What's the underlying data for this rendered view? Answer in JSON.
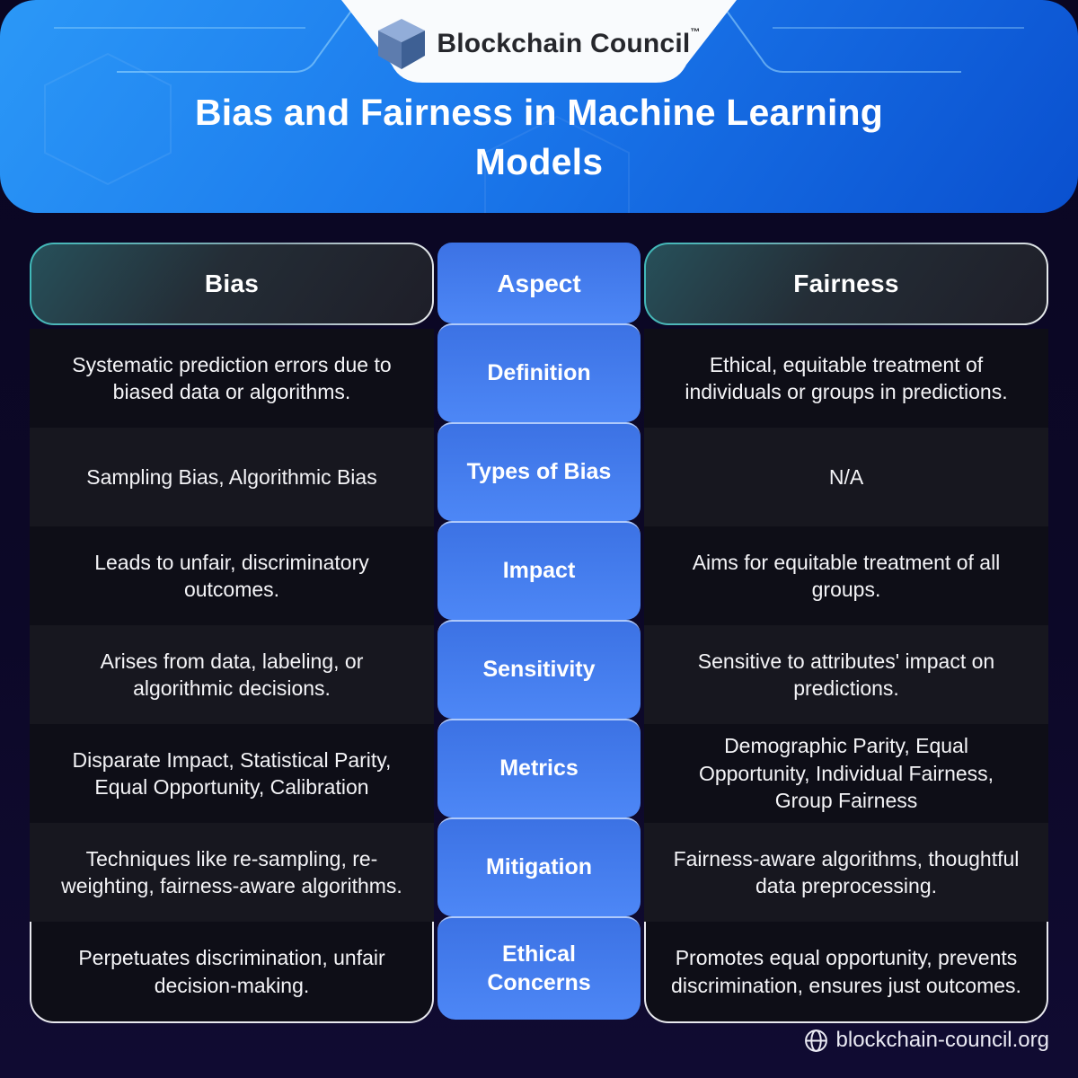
{
  "logo": {
    "name": "Blockchain Council",
    "tm": "™"
  },
  "header": {
    "title": "Bias and Fairness in Machine Learning Models"
  },
  "table": {
    "left_header": "Bias",
    "mid_header": "Aspect",
    "right_header": "Fairness",
    "rows": [
      {
        "aspect": "Definition",
        "bias": "Systematic prediction errors due to biased data or algorithms.",
        "fairness": "Ethical, equitable treatment of individuals or groups in predictions."
      },
      {
        "aspect": "Types of Bias",
        "bias": "Sampling Bias, Algorithmic Bias",
        "fairness": "N/A"
      },
      {
        "aspect": "Impact",
        "bias": "Leads to unfair, discriminatory outcomes.",
        "fairness": "Aims for equitable treatment of all groups."
      },
      {
        "aspect": "Sensitivity",
        "bias": "Arises from data, labeling, or algorithmic decisions.",
        "fairness": "Sensitive to attributes' impact on predictions."
      },
      {
        "aspect": "Metrics",
        "bias": "Disparate Impact, Statistical Parity, Equal Opportunity, Calibration",
        "fairness": "Demographic Parity, Equal Opportunity, Individual Fairness, Group Fairness"
      },
      {
        "aspect": "Mitigation",
        "bias": "Techniques like re-sampling, re-weighting, fairness-aware algorithms.",
        "fairness": "Fairness-aware algorithms, thoughtful data preprocessing."
      },
      {
        "aspect": "Ethical Concerns",
        "bias": "Perpetuates discrimination, unfair decision-making.",
        "fairness": "Promotes equal opportunity, prevents discrimination, ensures just outcomes."
      }
    ]
  },
  "footer": {
    "website": "blockchain-council.org",
    "icon": "globe-icon"
  },
  "colors": {
    "accent_blue": "#4a84f4",
    "teal_border": "#3fb9b9",
    "header_blue_start": "#2b98f7",
    "header_blue_end": "#0a50cf",
    "row_dark": "#0e0e17",
    "row_light": "#17171f",
    "page_bg": "#0b0726"
  }
}
